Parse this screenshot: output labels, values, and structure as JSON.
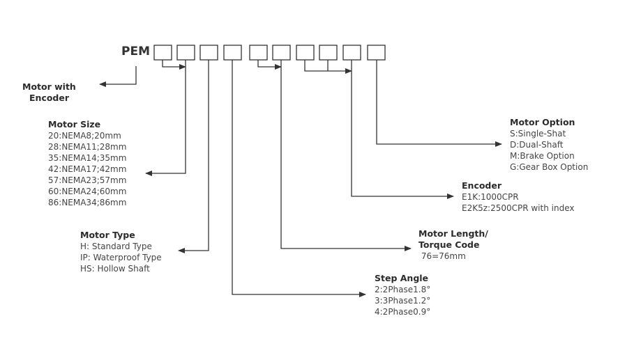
{
  "prefix": "PEM",
  "motor_with_encoder": [
    "Motor with",
    "Encoder"
  ],
  "motor_size": {
    "title": "Motor Size",
    "items": [
      "20:NEMA8;20mm",
      "28:NEMA11;28mm",
      "35:NEMA14;35mm",
      "42:NEMA17;42mm",
      "57:NEMA23;57mm",
      "60:NEMA24;60mm",
      "86:NEMA34;86mm"
    ]
  },
  "motor_type": {
    "title": "Motor Type",
    "items": [
      "H: Standard Type",
      "IP: Waterproof Type",
      "HS: Hollow Shaft"
    ]
  },
  "step_angle": {
    "title": "Step Angle",
    "items": [
      "2:2Phase1.8°",
      "3:3Phase1.2°",
      "4:2Phase0.9°"
    ]
  },
  "motor_length": {
    "title": [
      "Motor Length/",
      "Torque Code"
    ],
    "items": [
      " 76=76mm"
    ]
  },
  "encoder": {
    "title": "Encoder",
    "items": [
      "E1K:1000CPR",
      "E2K5z:2500CPR with index"
    ]
  },
  "motor_option": {
    "title": "Motor Option",
    "items": [
      "S:Single-Shat",
      "D:Dual-Shaft",
      "M:Brake Option",
      "G:Gear Box Option"
    ]
  }
}
